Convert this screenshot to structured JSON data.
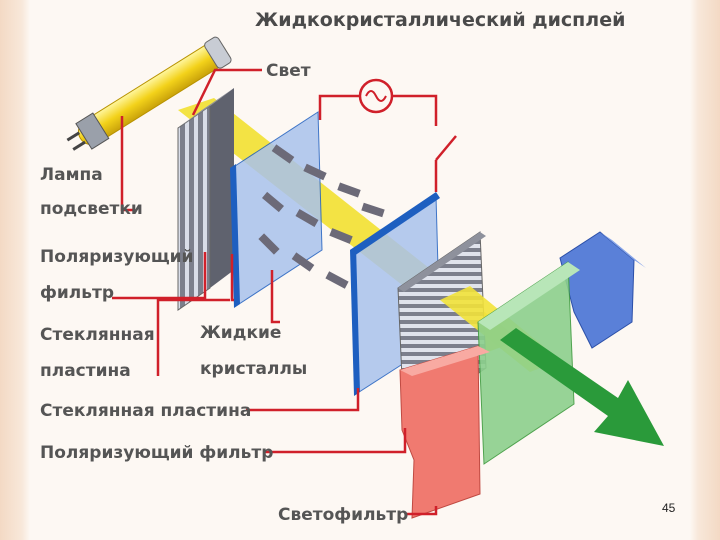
{
  "title": "Жидкокристаллический дисплей",
  "labels": {
    "light": "Свет",
    "lamp_line1": "Лампа",
    "lamp_line2": "подсветки",
    "polarizer1_line1": "Поляризующий",
    "polarizer1_line2": "фильтр",
    "glass1_line1": "Стеклянная",
    "glass1_line2": "пластина",
    "lc_line1": "Жидкие",
    "lc_line2": "кристаллы",
    "glass2": "Стеклянная пластина",
    "polarizer2": "Поляризующий фильтр",
    "color_filter": "Светофильтр"
  },
  "page_number": "45",
  "colors": {
    "leader": "#d0202a",
    "polarizer": "#8c8c96",
    "glass": "#9ab6e6",
    "glass_edge": "#1e5fc0",
    "light_beam": "#f2e23a",
    "output_arrow": "#2a9a3a",
    "filter_red": "#f07a70",
    "filter_green": "#8cd08c",
    "filter_blue": "#5a80d8"
  }
}
